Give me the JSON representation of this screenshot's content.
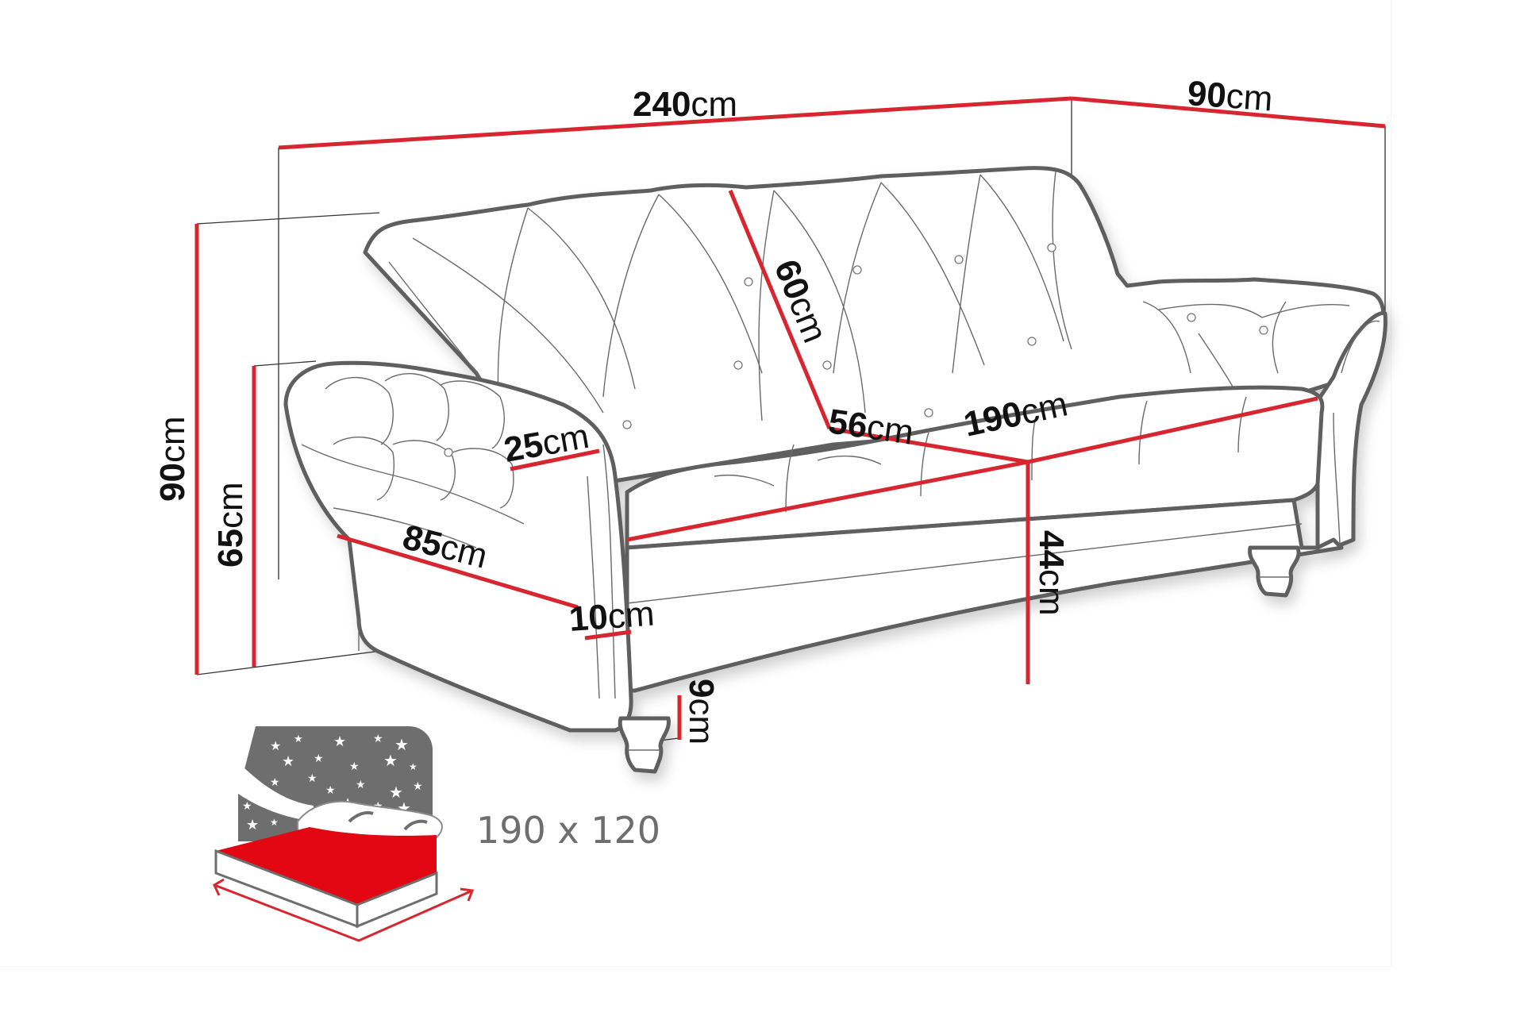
{
  "diagram": {
    "subject": "Chesterfield-style tufted sofa bed",
    "colors": {
      "dimension_line": "#d7262f",
      "outline": "#5f5f5f",
      "label_text": "#111111",
      "bed_icon_gray": "#6e6e6e",
      "bed_icon_red": "#e30613"
    },
    "dimensions": {
      "total_width": {
        "value": "240",
        "unit": "cm"
      },
      "depth": {
        "value": "90",
        "unit": "cm"
      },
      "total_height": {
        "value": "90",
        "unit": "cm"
      },
      "armrest_height": {
        "value": "65",
        "unit": "cm"
      },
      "backrest_height": {
        "value": "60",
        "unit": "cm"
      },
      "seat_depth": {
        "value": "56",
        "unit": "cm"
      },
      "seat_width": {
        "value": "190",
        "unit": "cm"
      },
      "armrest_width": {
        "value": "25",
        "unit": "cm"
      },
      "armrest_depth": {
        "value": "85",
        "unit": "cm"
      },
      "armrest_side": {
        "value": "10",
        "unit": "cm"
      },
      "seat_height": {
        "value": "44",
        "unit": "cm"
      },
      "leg_height": {
        "value": "9",
        "unit": "cm"
      }
    },
    "sleeping_area": {
      "label": "190 x 120",
      "icon": "bed-night-stars-icon"
    }
  }
}
